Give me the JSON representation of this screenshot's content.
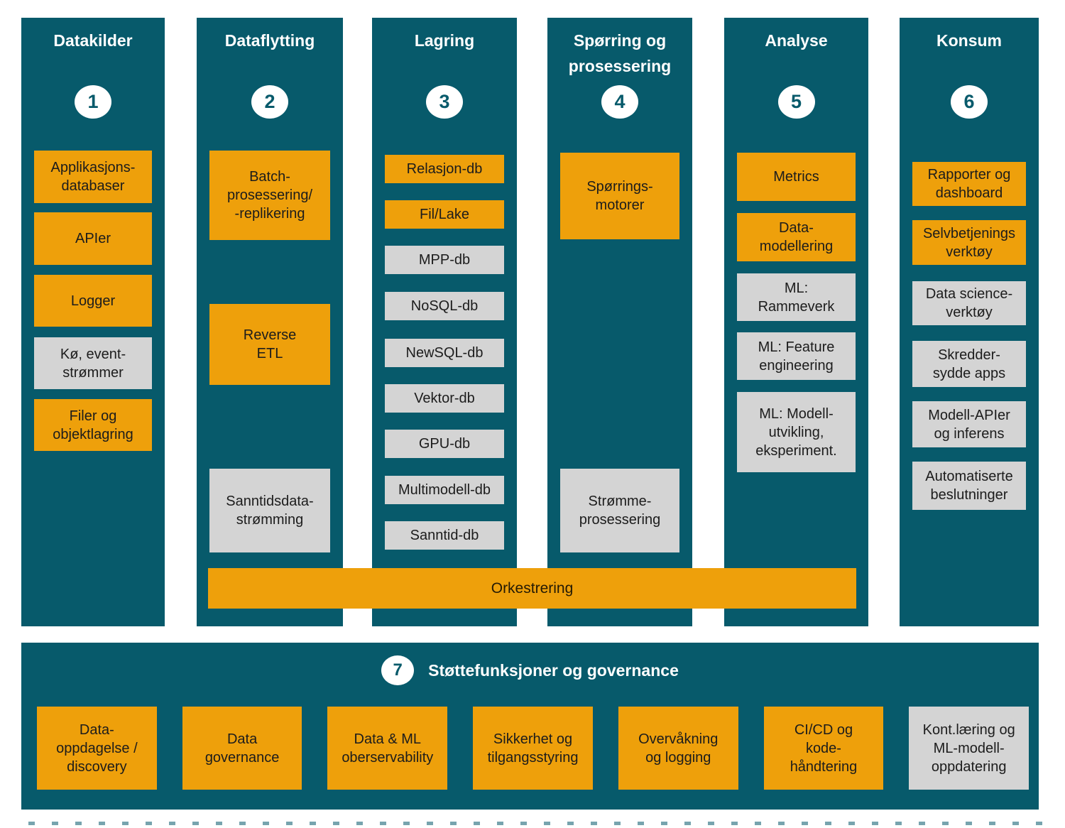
{
  "palette": {
    "teal": "#075A6B",
    "orange": "#EEA00B",
    "gray": "#D4D4D4",
    "white": "#FFFFFF",
    "text_dark": "#1C1C1C"
  },
  "columns": [
    {
      "id": "datakilder",
      "number": "1",
      "title": "Datakilder",
      "boxes": [
        {
          "label": "Applikasjons-\ndatabaser",
          "variant": "orange"
        },
        {
          "label": "APIer",
          "variant": "orange"
        },
        {
          "label": "Logger",
          "variant": "orange"
        },
        {
          "label": "Kø, event-\nstrømmer",
          "variant": "gray"
        },
        {
          "label": "Filer og\nobjektlagring",
          "variant": "orange"
        }
      ]
    },
    {
      "id": "dataflytting",
      "number": "2",
      "title": "Dataflytting",
      "boxes": [
        {
          "label": "Batch-\nprosessering/\n-replikering",
          "variant": "orange"
        },
        {
          "label": "Reverse\nETL",
          "variant": "orange"
        },
        {
          "label": "Sanntidsdata-\nstrømming",
          "variant": "gray"
        }
      ]
    },
    {
      "id": "lagring",
      "number": "3",
      "title": "Lagring",
      "boxes": [
        {
          "label": "Relasjon-db",
          "variant": "orange"
        },
        {
          "label": "Fil/Lake",
          "variant": "orange"
        },
        {
          "label": "MPP-db",
          "variant": "gray"
        },
        {
          "label": "NoSQL-db",
          "variant": "gray"
        },
        {
          "label": "NewSQL-db",
          "variant": "gray"
        },
        {
          "label": "Vektor-db",
          "variant": "gray"
        },
        {
          "label": "GPU-db",
          "variant": "gray"
        },
        {
          "label": "Multimodell-db",
          "variant": "gray"
        },
        {
          "label": "Sanntid-db",
          "variant": "gray"
        }
      ]
    },
    {
      "id": "sporring-og-prosessering",
      "number": "4",
      "title": "Spørring og\nprosessering",
      "boxes": [
        {
          "label": "Spørrings-\nmotorer",
          "variant": "orange"
        },
        {
          "label": "Strømme-\nprosessering",
          "variant": "gray"
        }
      ]
    },
    {
      "id": "analyse",
      "number": "5",
      "title": "Analyse",
      "boxes": [
        {
          "label": "Metrics",
          "variant": "orange"
        },
        {
          "label": "Data-\nmodellering",
          "variant": "orange"
        },
        {
          "label": "ML:\nRammeverk",
          "variant": "gray"
        },
        {
          "label": "ML: Feature\nengineering",
          "variant": "gray"
        },
        {
          "label": "ML: Modell-\nutvikling,\neksperiment.",
          "variant": "gray"
        }
      ]
    },
    {
      "id": "konsum",
      "number": "6",
      "title": "Konsum",
      "boxes": [
        {
          "label": "Rapporter og\ndashboard",
          "variant": "orange"
        },
        {
          "label": "Selvbetjenings\nverktøy",
          "variant": "orange"
        },
        {
          "label": "Data science-\nverktøy",
          "variant": "gray"
        },
        {
          "label": "Skredder-\nsydde apps",
          "variant": "gray"
        },
        {
          "label": "Modell-APIer\nog inferens",
          "variant": "gray"
        },
        {
          "label": "Automatiserte\nbeslutninger",
          "variant": "gray"
        }
      ]
    }
  ],
  "orchestration": {
    "label": "Orkestrering"
  },
  "support": {
    "number": "7",
    "title": "Støttefunksjoner og governance",
    "boxes": [
      {
        "label": "Data-\noppdagelse /\ndiscovery",
        "variant": "orange"
      },
      {
        "label": "Data\ngovernance",
        "variant": "orange"
      },
      {
        "label": "Data & ML\noberservability",
        "variant": "orange"
      },
      {
        "label": "Sikkerhet og\ntilgangsstyring",
        "variant": "orange"
      },
      {
        "label": "Overvåkning\nog logging",
        "variant": "orange"
      },
      {
        "label": "CI/CD og\nkode-\nhåndtering",
        "variant": "orange"
      },
      {
        "label": "Kont.læring og\nML-modell-\noppdatering",
        "variant": "gray"
      }
    ]
  }
}
